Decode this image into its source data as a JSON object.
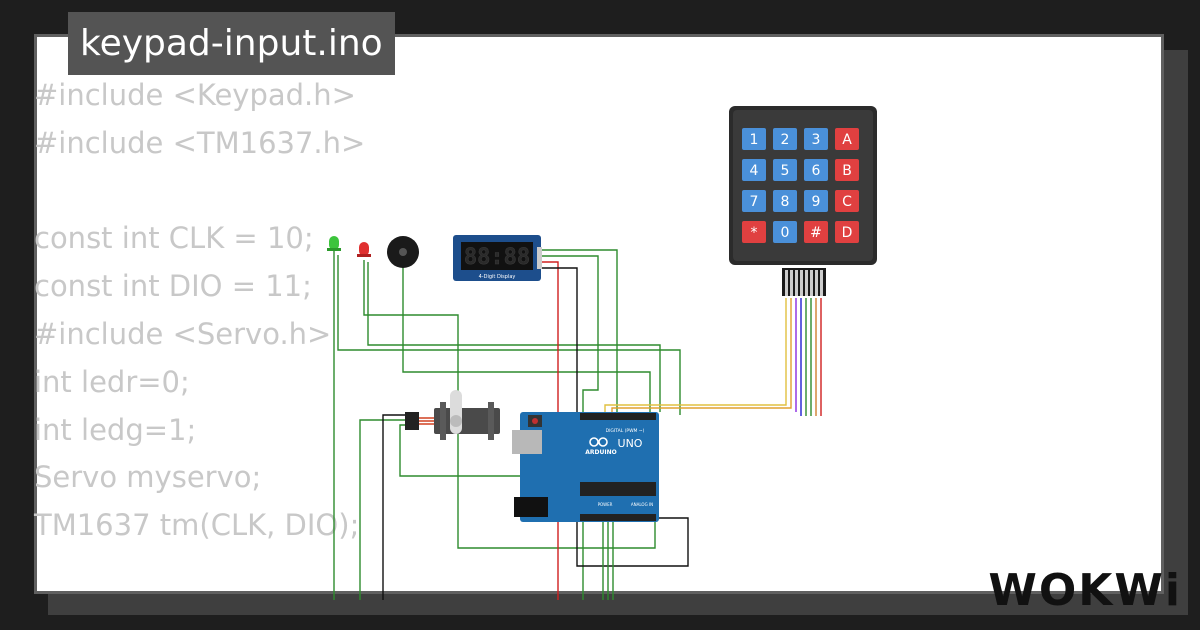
{
  "title": "keypad-input.ino",
  "code_lines": [
    "#include <Keypad.h>",
    "#include <TM1637.h>",
    "",
    "const int CLK = 10;",
    "const int DIO = 11;",
    "#include <Servo.h>",
    "int ledr=0;",
    "int ledg=1;",
    "Servo myservo;",
    "TM1637 tm(CLK, DIO);"
  ],
  "keypad": {
    "keys": [
      [
        "1",
        "2",
        "3",
        "A"
      ],
      [
        "4",
        "5",
        "6",
        "B"
      ],
      [
        "7",
        "8",
        "9",
        "C"
      ],
      [
        "*",
        "0",
        "#",
        "D"
      ]
    ]
  },
  "display": {
    "digits": "88:88",
    "label": "4-Digit Display"
  },
  "arduino": {
    "model": "UNO",
    "brand": "ARDUINO",
    "digital_label": "DIGITAL (PWM ~)",
    "analog_label": "ANALOG IN",
    "power_label": "POWER"
  },
  "logo": "WOKWi",
  "colors": {
    "background": "#1e1e1e",
    "card": "#ffffff",
    "title_bg": "#545454",
    "code_text": "#c8c8c8",
    "wire_green": "#2e8b2e",
    "wire_red": "#d02020",
    "wire_black": "#111111",
    "keypad_blue": "#4a90d9",
    "keypad_red": "#e04040",
    "arduino_blue": "#1f6fb0"
  }
}
